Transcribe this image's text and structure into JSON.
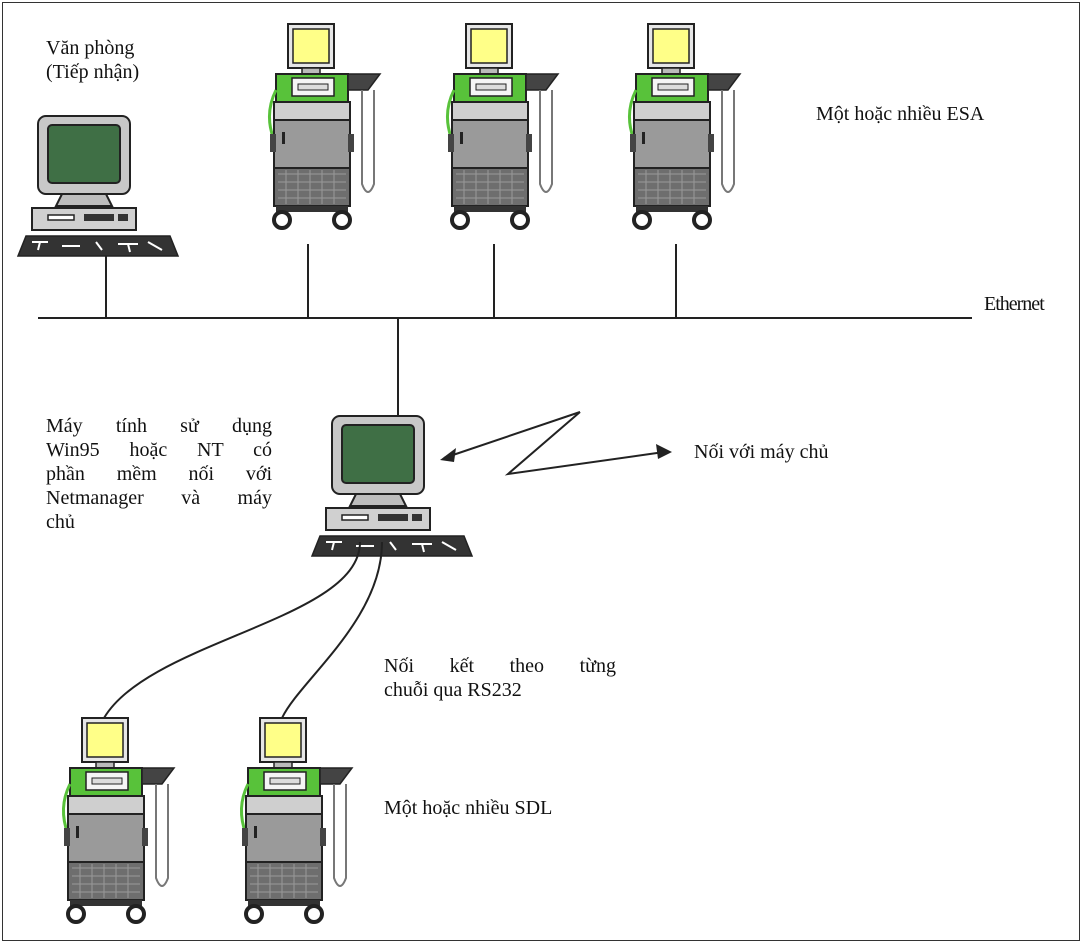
{
  "labels": {
    "office_line1": "Văn phòng",
    "office_line2": "(Tiếp nhận)",
    "esa": "Một hoặc nhiều ESA",
    "ethernet": "Ethernet",
    "pc_line1": "Máy tính sử dụng",
    "pc_line2": "Win95 hoặc NT có",
    "pc_line3": "phần mềm nối với",
    "pc_line4": "Netmanager và máy",
    "pc_line5": "chủ",
    "host": "Nối với máy chủ",
    "serial_line1": "Nối kết theo từng",
    "serial_line2": "chuỗi qua RS232",
    "sdl": "Một hoặc nhiều SDL"
  },
  "colors": {
    "line": "#222222",
    "crt_screen": "#3f6f45",
    "crt_case": "#c8c8c8",
    "esa_screen": "#ffff88",
    "esa_green": "#58c23a",
    "esa_body": "#9a9a9a",
    "esa_mesh": "#6e6e6e"
  }
}
